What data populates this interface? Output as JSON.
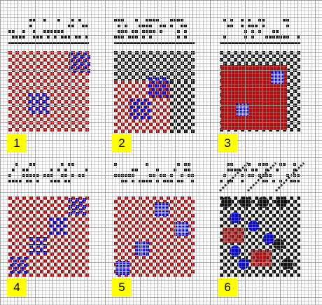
{
  "colors": {
    "background": "#ffffff",
    "grid_line": "#9a9a9a",
    "draft_mark": "#1a1a1a",
    "red": "#b01010",
    "blue": "#0a0ad2",
    "black": "#111111",
    "label_bg": "#ffff00"
  },
  "panels": [
    {
      "label": "1",
      "variant": "red-plaid-two-blue-motifs"
    },
    {
      "label": "2",
      "variant": "black-over-red-with-blue-motifs"
    },
    {
      "label": "3",
      "variant": "black-border-red-field"
    },
    {
      "label": "4",
      "variant": "red-field-four-blue-motifs"
    },
    {
      "label": "5",
      "variant": "red-field-solid-blue-motifs"
    },
    {
      "label": "6",
      "variant": "diagonal-twill-mixed"
    }
  ]
}
